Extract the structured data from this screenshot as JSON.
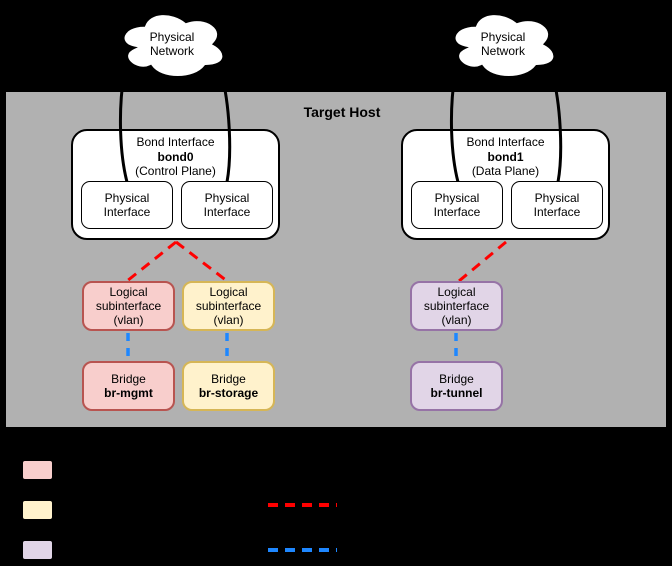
{
  "colors": {
    "canvas_bg": "#000000",
    "host_bg": "#b1b1b1",
    "box_fill": "#ffffff",
    "line": "#000000",
    "pink_fill": "#f8cecc",
    "pink_stroke": "#b85450",
    "yellow_fill": "#fff2cc",
    "yellow_stroke": "#d6b656",
    "purple_fill": "#e1d5e7",
    "purple_stroke": "#9673a6",
    "red_dash": "#ff0000",
    "blue_dash": "#1e87ff"
  },
  "host": {
    "title": "Target Host"
  },
  "clouds": [
    {
      "label": "Physical\nNetwork"
    },
    {
      "label": "Physical\nNetwork"
    }
  ],
  "bonds": [
    {
      "title": "Bond Interface",
      "name": "bond0",
      "plane": "(Control Plane)",
      "interfaces": [
        "Physical\nInterface",
        "Physical\nInterface"
      ]
    },
    {
      "title": "Bond Interface",
      "name": "bond1",
      "plane": "(Data Plane)",
      "interfaces": [
        "Physical\nInterface",
        "Physical\nInterface"
      ]
    }
  ],
  "subinterfaces": [
    {
      "label": "Logical\nsubinterface\n(vlan)",
      "color": "pink"
    },
    {
      "label": "Logical\nsubinterface\n(vlan)",
      "color": "yellow"
    },
    {
      "label": "Logical\nsubinterface\n(vlan)",
      "color": "purple"
    }
  ],
  "bridges": [
    {
      "label": "Bridge",
      "name": "br-mgmt",
      "color": "pink"
    },
    {
      "label": "Bridge",
      "name": "br-storage",
      "color": "yellow"
    },
    {
      "label": "Bridge",
      "name": "br-tunnel",
      "color": "purple"
    }
  ],
  "legend": {
    "swatches": [
      {
        "color": "pink"
      },
      {
        "color": "yellow"
      },
      {
        "color": "purple"
      }
    ],
    "lines": [
      {
        "style": "dashed",
        "color": "red"
      },
      {
        "style": "dashed",
        "color": "blue"
      }
    ]
  }
}
